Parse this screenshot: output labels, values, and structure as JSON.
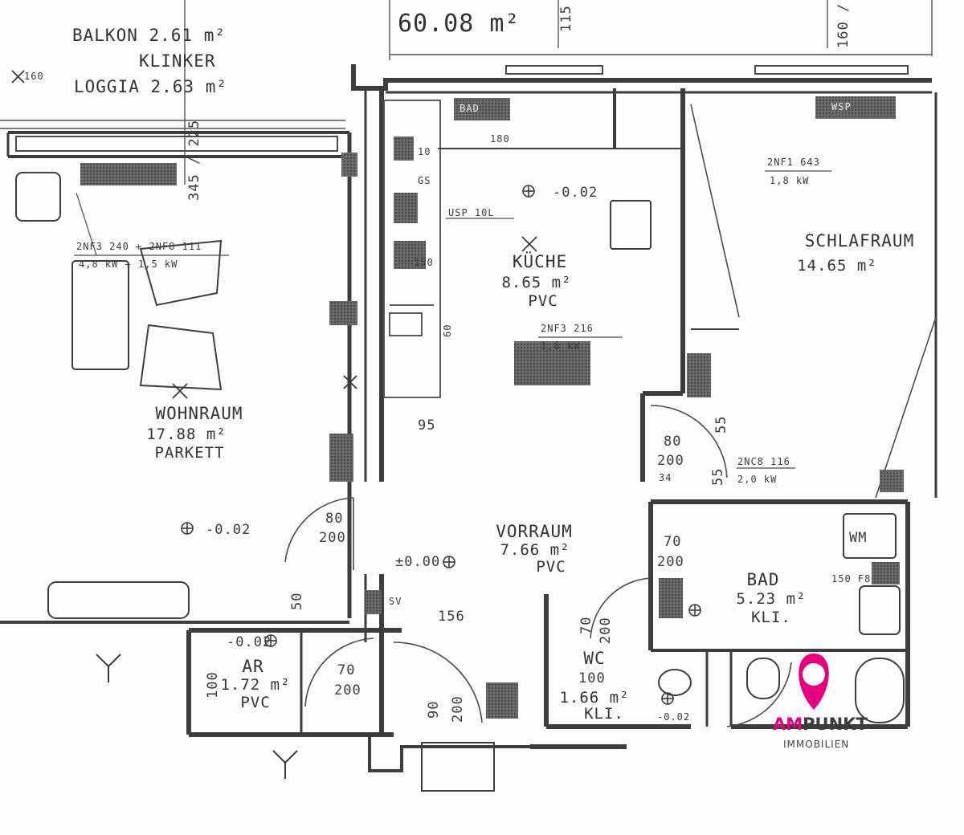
{
  "header": {
    "total_area": "60.08 m²",
    "dim_top_1": "115 /",
    "dim_top_2": "160 /"
  },
  "balcony": {
    "line1": "BALKON 2.61 m²",
    "line2": "KLINKER",
    "line3": "LOGGIA 2.63 m²",
    "dim": "345 / 225"
  },
  "rooms": {
    "wohnraum": {
      "name": "WOHNRAUM",
      "area": "17.88 m²",
      "floor": "PARKETT",
      "level": "-0.02"
    },
    "kueche": {
      "name": "KÜCHE",
      "area": "8.65 m²",
      "floor": "PVC",
      "level": "-0.02"
    },
    "schlafraum": {
      "name": "SCHLAFRAUM",
      "area": "14.65 m²"
    },
    "vorraum": {
      "name": "VORRAUM",
      "area": "7.66 m²",
      "floor": "PVC",
      "level": "±0.00"
    },
    "bad": {
      "name": "BAD",
      "area": "5.23 m²",
      "floor": "KLI."
    },
    "ar": {
      "name": "AR",
      "area": "1.72 m²",
      "floor": "PVC",
      "level": "-0.02"
    },
    "wc": {
      "name": "WC",
      "area": "1.66 m²",
      "floor": "KLI.",
      "level": "-0.02"
    }
  },
  "heaters": {
    "wohnraum": "2NF3 240 + 2NF8 111",
    "wohnraum_kw": "4,8 kW + 1,5 kW",
    "kueche": "2NF3 216",
    "kueche_kw": "1,6 kW",
    "schlafraum": "2NF1 643",
    "schlafraum_kw": "1,8 kW",
    "bad": "2NC8 116",
    "bad_kw": "2,0 kW"
  },
  "fixtures": {
    "usp": "USP 10L",
    "gs": "GS",
    "wm": "WM",
    "sv": "SV",
    "bad_label": "BAD",
    "wsp": "WSP"
  },
  "dims": {
    "d95": "95",
    "d55a": "55",
    "d55b": "55",
    "door_sr_w": "80",
    "door_sr_h": "200",
    "d34": "34",
    "door_wr_w": "80",
    "door_wr_h": "200",
    "door_bad_w": "70",
    "door_bad_h": "200",
    "door_ar_w": "70",
    "door_ar_h": "200",
    "door_wc_w": "70",
    "door_wc_h": "200",
    "d100a": "100",
    "d100b": "100",
    "d90": "90",
    "d200": "200",
    "d156": "156",
    "d150a": "150",
    "d150b": "150 F8",
    "d180": "180",
    "d10": "10",
    "d160": "160",
    "d60": "60",
    "d50": "50"
  },
  "logo": {
    "brand_a": "AM",
    "brand_b": "PUNKT",
    "sub": "IMMOBILIEN",
    "color_accent": "#e6007e",
    "color_text": "#3b3b3b"
  },
  "colors": {
    "wall": "#3d3d3d",
    "line": "#555555",
    "paper": "#fdfdfd"
  }
}
